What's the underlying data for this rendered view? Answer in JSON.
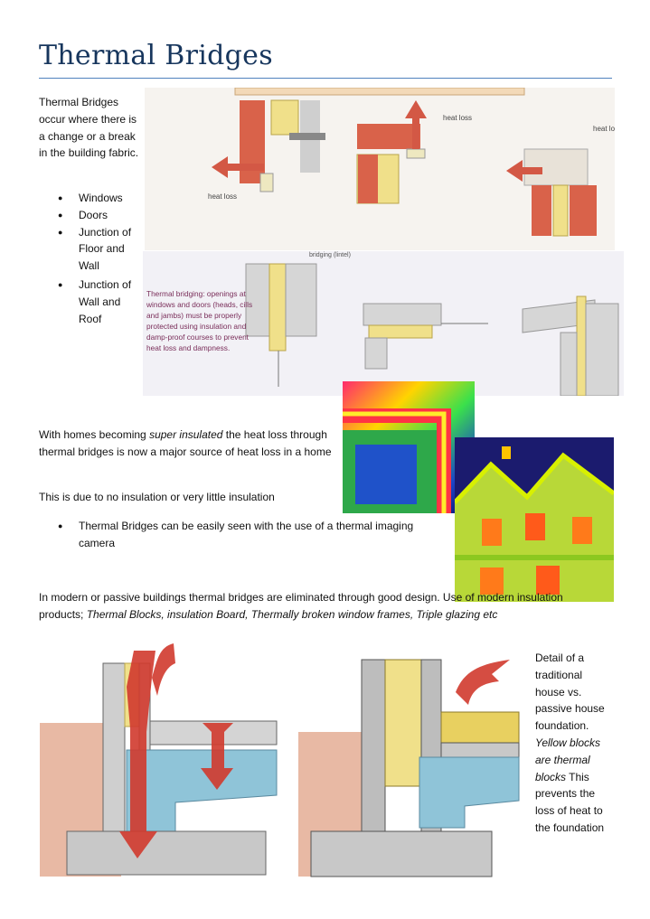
{
  "page": {
    "title": "Thermal Bridges",
    "intro": "Thermal Bridges occur where there is a change or a break in the building fabric.",
    "bullets": [
      "Windows",
      "Doors",
      "Junction of Floor and Wall",
      "Junction of Wall and Roof"
    ],
    "para1_a": "With homes becoming ",
    "para1_em": "super insulated",
    "para1_b": " the heat loss through thermal bridges is now a major source of heat loss in a home",
    "para2": "This is due to no insulation or very little insulation",
    "bullet2": "Thermal Bridges can be easily seen with the use of a thermal imaging camera",
    "para3_a": "In modern or passive buildings thermal bridges are eliminated through good design. Use of modern insulation products; ",
    "para3_em": "Thermal Blocks, insulation Board, Thermally broken window frames, Triple glazing etc",
    "side_a": "Detail of a traditional house vs. passive house foundation. ",
    "side_em": "Yellow blocks are thermal blocks",
    "side_b": " This prevents the loss of heat to the foundation"
  },
  "diagram_top": {
    "label_heat_loss_left": "heat loss",
    "label_heat_loss_mid": "heat loss",
    "label_heat_loss_right": "heat loss",
    "label_bridging": "bridging (lintel)"
  },
  "diagram_mid": {
    "caption": "Thermal bridging: openings at windows and doors (heads, cills and jambs) must be properly protected using insulation and damp-proof courses to prevent heat loss and dampness."
  },
  "colors": {
    "title": "#17365d",
    "rule": "#4f81bd",
    "arrow_red": "#c0392b",
    "insulation_yellow": "#f0e08a",
    "brick": "#d9624a"
  }
}
